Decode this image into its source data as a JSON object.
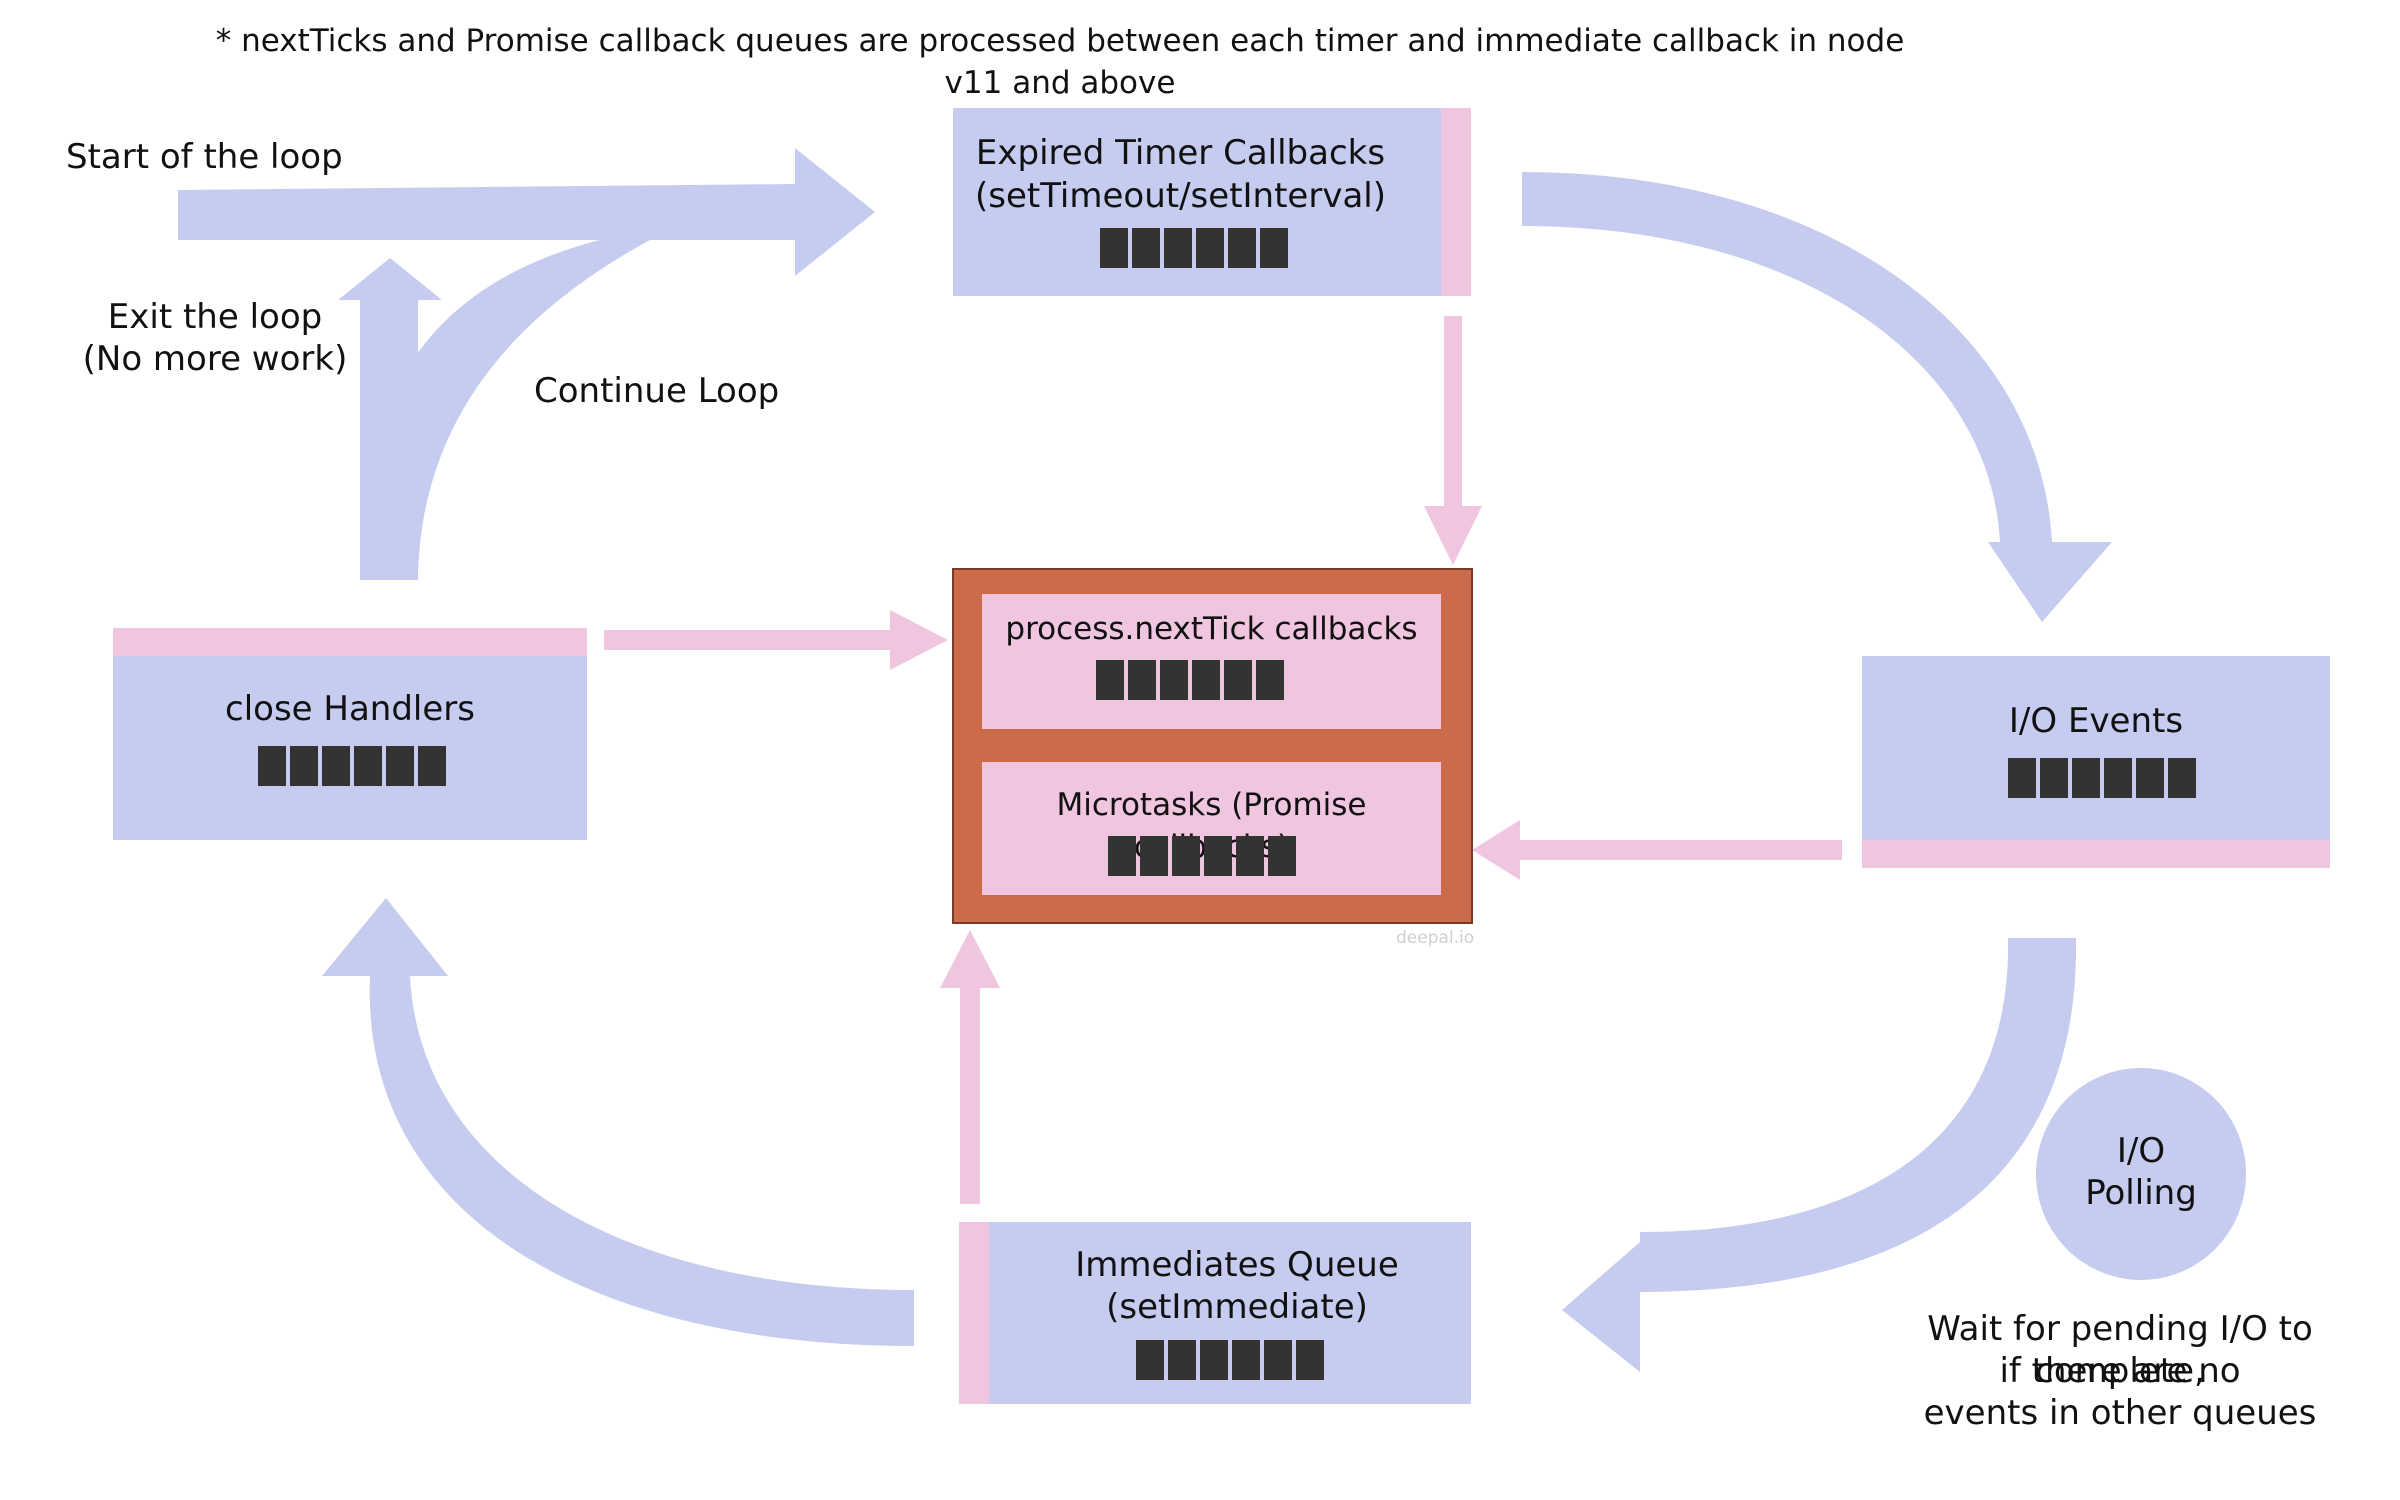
{
  "note": "* nextTicks and Promise callback queues are processed between each timer and immediate callback in node v11 and above",
  "labels": {
    "start": "Start of the loop",
    "exit_line1": "Exit the loop",
    "exit_line2": "(No more work)",
    "continue": "Continue Loop",
    "wait_line1": "Wait for pending I/O to complete,",
    "wait_line2": "if there are no",
    "wait_line3": "events in other queues"
  },
  "phases": {
    "timers": {
      "line1": "Expired Timer Callbacks",
      "line2": "(setTimeout/setInterval)"
    },
    "io": {
      "line1": "I/O Events"
    },
    "immediates": {
      "line1": "Immediates Queue",
      "line2": "(setImmediate)"
    },
    "close": {
      "line1": "close Handlers"
    }
  },
  "microtasks": {
    "next_tick": "process.nextTick callbacks",
    "promises": "Microtasks (Promise callbacks)"
  },
  "polling": {
    "line1": "I/O",
    "line2": "Polling"
  },
  "watermark": "deepal.io",
  "colors": {
    "phase_blue": "#c6ccf0",
    "microtask_pink": "#efc5df",
    "microtask_container": "#cc6a4c",
    "queue_block": "#333333"
  }
}
